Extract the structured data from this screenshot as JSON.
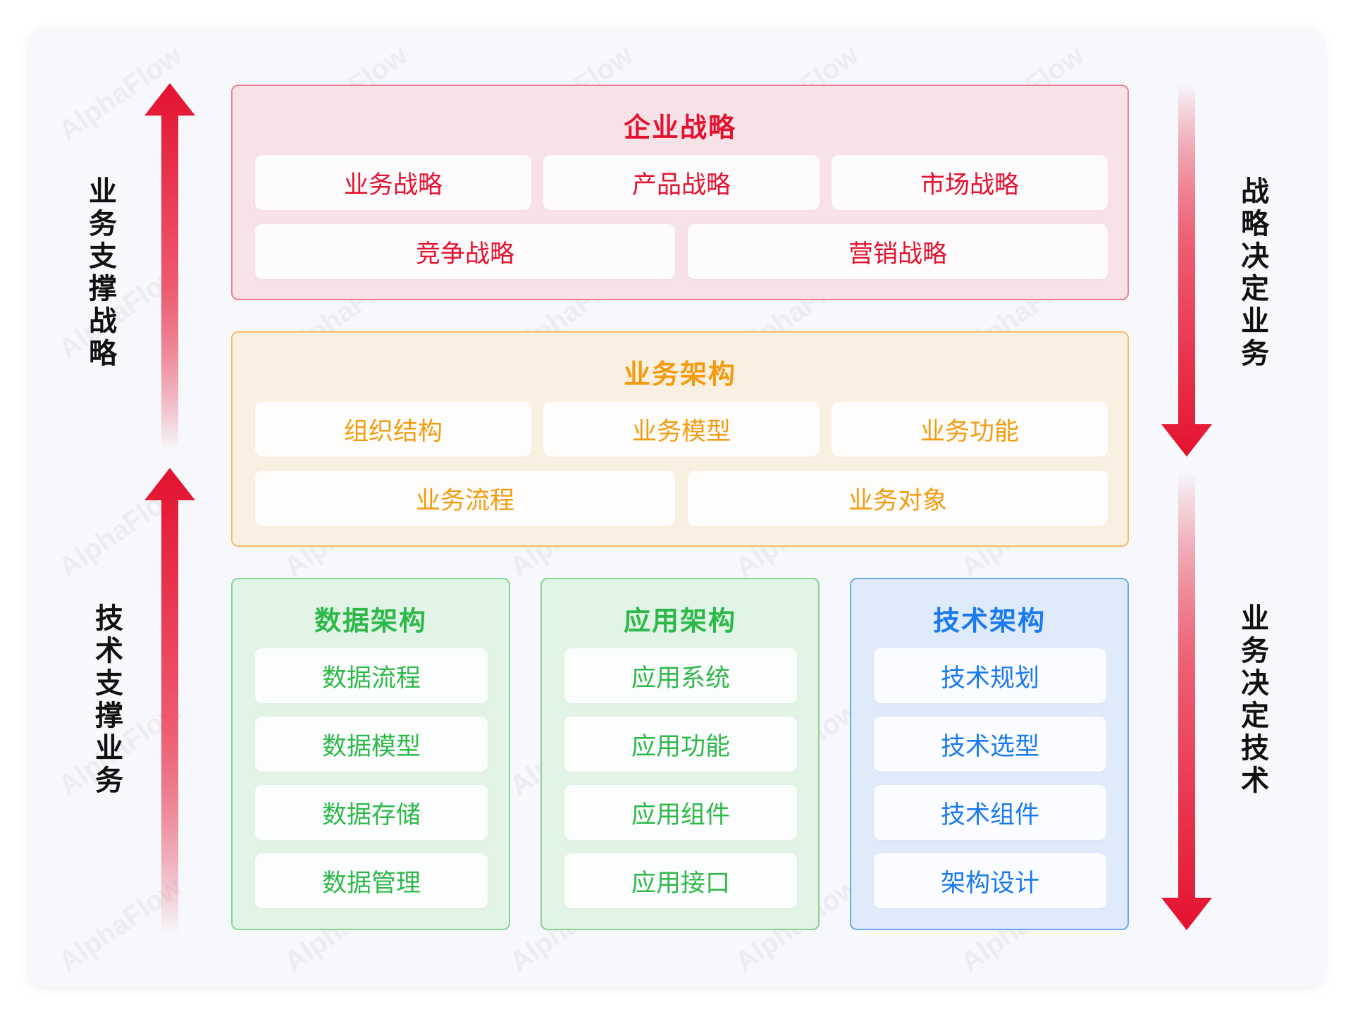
{
  "watermark": "AlphaFlow",
  "colors": {
    "red": "#e3122f",
    "orange": "#f39c12",
    "green": "#2eb84a",
    "blue": "#1a7af0",
    "arrow": "#e3122f"
  },
  "left_labels": {
    "top": "业务支撑战略",
    "bottom": "技术支撑业务"
  },
  "right_labels": {
    "top": "战略决定业务",
    "bottom": "业务决定技术"
  },
  "strategy": {
    "title": "企业战略",
    "row1": [
      "业务战略",
      "产品战略",
      "市场战略"
    ],
    "row2": [
      "竞争战略",
      "营销战略"
    ]
  },
  "business": {
    "title": "业务架构",
    "row1": [
      "组织结构",
      "业务模型",
      "业务功能"
    ],
    "row2": [
      "业务流程",
      "业务对象"
    ]
  },
  "data_arch": {
    "title": "数据架构",
    "items": [
      "数据流程",
      "数据模型",
      "数据存储",
      "数据管理"
    ]
  },
  "app_arch": {
    "title": "应用架构",
    "items": [
      "应用系统",
      "应用功能",
      "应用组件",
      "应用接口"
    ]
  },
  "tech_arch": {
    "title": "技术架构",
    "items": [
      "技术规划",
      "技术选型",
      "技术组件",
      "架构设计"
    ]
  }
}
